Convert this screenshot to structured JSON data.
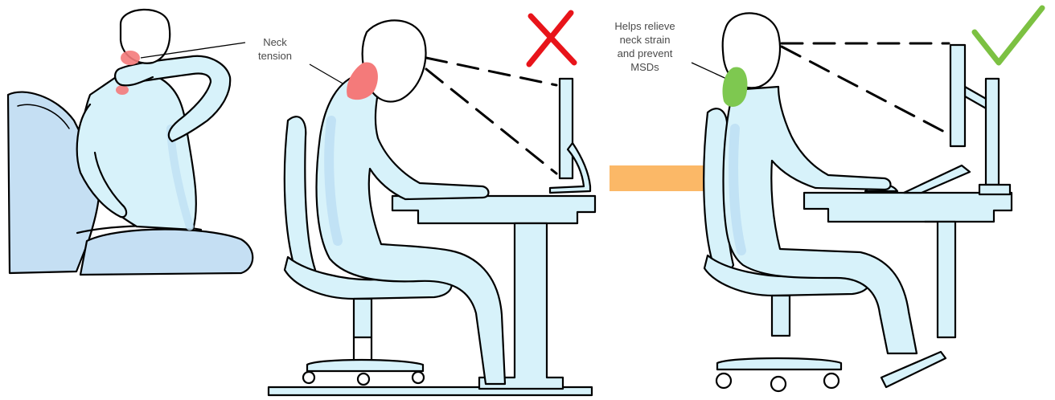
{
  "labels": {
    "neck_tension": [
      "Neck",
      "tension"
    ],
    "helps_relieve": [
      "Helps relieve",
      "neck strain",
      "and prevent",
      "MSDs"
    ]
  },
  "colors": {
    "skin_fill": "#d7f2fa",
    "skin_shade": "#bfe0f4",
    "strain_red": "#f47a7a",
    "relief_green": "#7ec850",
    "cross_red": "#e8141a",
    "check_green": "#7cc142",
    "arrow_orange": "#fbb867",
    "outline": "#000000"
  },
  "icons": {
    "wrong_mark": "cross-icon",
    "right_mark": "check-icon",
    "transition": "right-arrow-icon"
  }
}
